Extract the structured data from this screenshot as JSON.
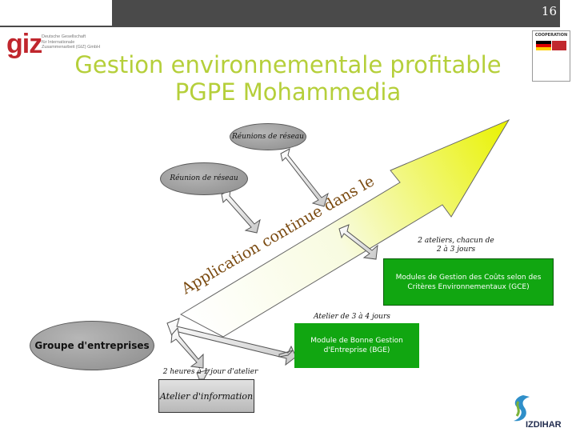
{
  "slide": {
    "number": "16",
    "title_line1": "Gestion environnementale profitable",
    "title_line2": "PGPE Mohammedia"
  },
  "logos": {
    "giz_mark": "giz",
    "giz_text_lines": [
      "Deutsche Gesellschaft",
      "für Internationale",
      "Zusammenarbeit (GIZ) GmbH"
    ],
    "cooperation_label": "COOPERATION",
    "izdihar": "IZDIHAR"
  },
  "diagram": {
    "arrow_text": "Application continue dans les entreprises",
    "reunions_reseau": "Réunions de réseau",
    "reunion_reseau": "Réunion de réseau",
    "groupe": "Groupe d'entreprises",
    "label_2ateliers": "2 ateliers, chacun de 2 à 3 jours",
    "gce": "Modules de Gestion des Coûts selon des Critères Environnementaux (GCE)",
    "label_atelier_3_4": "Atelier de 3 à 4 jours",
    "bge": "Module de Bonne Gestion d'Entreprise (BGE)",
    "label_2heures": "2 heures à 1 jour d'atelier",
    "atelier_info": "Atelier d'information"
  },
  "colors": {
    "arrow_fill_start": "#ffffff",
    "arrow_fill_end": "#e9f200",
    "title_green": "#b5cf3a",
    "box_green": "#11a611",
    "accent_red": "#c0262d",
    "curved_text": "#7a4a10"
  }
}
